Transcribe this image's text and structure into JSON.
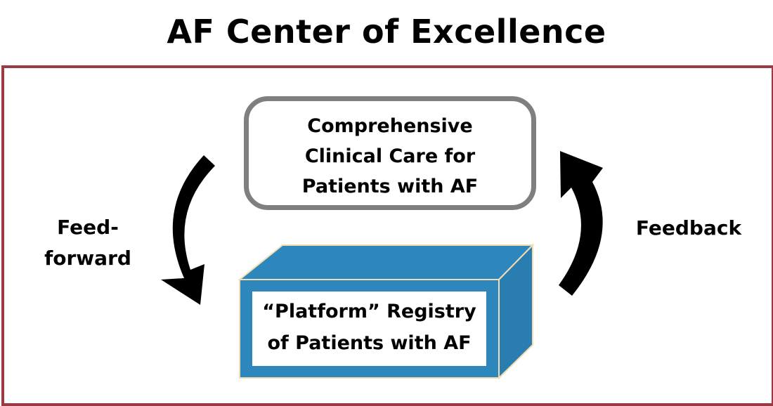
{
  "title": "AF Center of Excellence",
  "care_box": {
    "lines": [
      "Comprehensive",
      "Clinical Care for",
      "Patients with AF"
    ]
  },
  "registry": {
    "lines": [
      "“Platform” Registry",
      "of Patients with AF"
    ]
  },
  "labels": {
    "feed_forward_lines": [
      "Feed-",
      "forward"
    ],
    "feedback": "Feedback"
  },
  "colors": {
    "frame": "#9b3a42",
    "care_border": "#7f7f7f",
    "box_front": "#2e87bc",
    "box_side": "#2a7db0",
    "box_edge": "#f3ddb0",
    "arrow": "#000000"
  }
}
